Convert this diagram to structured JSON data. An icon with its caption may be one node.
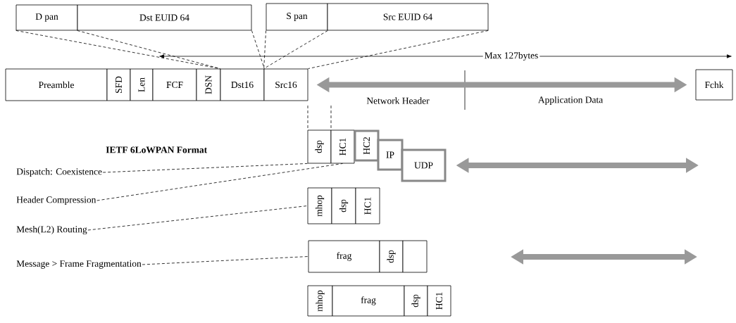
{
  "diagram": {
    "nodes": [
      {
        "text": [
          "D pan"
        ]
      },
      {
        "text": [
          "Dst EUID 64"
        ]
      },
      {
        "text": [
          "S pan"
        ]
      },
      {
        "text": [
          "Src EUID 64"
        ]
      },
      {
        "text": [
          "Preamble"
        ]
      },
      {
        "text": [
          "SFD"
        ]
      },
      {
        "text": [
          "Len"
        ]
      },
      {
        "text": [
          "FCF"
        ]
      },
      {
        "text": [
          "DSN"
        ]
      },
      {
        "text": [
          "Dst16"
        ]
      },
      {
        "text": [
          "Src16"
        ]
      },
      {
        "text": [
          "Fchk"
        ]
      },
      {
        "text": [
          "Dispatch: Coexistence"
        ]
      },
      {
        "text": [
          "dsp"
        ]
      },
      {
        "text": [
          "HC1"
        ]
      },
      {
        "text": [
          "HC2"
        ]
      },
      {
        "text": [
          "IP"
        ]
      },
      {
        "text": [
          "UDP"
        ]
      },
      {
        "text": [
          "Header Compression"
        ]
      },
      {
        "text": [
          "Mesh(L2) Routing"
        ]
      },
      {
        "text": [
          "mhop"
        ]
      },
      {
        "text": [
          "dsp"
        ]
      },
      {
        "text": [
          "HC1"
        ]
      },
      {
        "text": [
          "Message > Frame Fragmentation"
        ]
      },
      {
        "text": [
          "frag"
        ]
      },
      {
        "text": [
          "dsp"
        ]
      },
      {
        "text": [],
        "shape": "box"
      },
      {
        "text": [
          "mhop"
        ]
      },
      {
        "text": [
          "frag"
        ]
      },
      {
        "text": [
          "dsp"
        ]
      },
      {
        "text": [
          "HC1"
        ]
      }
    ],
    "edges": [
      {
        "from": 0,
        "to": 9,
        "arrow": "none",
        "style": "dashed"
      },
      {
        "from": 1,
        "to": 9,
        "arrow": "none",
        "style": "dashed"
      },
      {
        "from": 1,
        "to": 9,
        "arrow": "none",
        "style": "dashed"
      },
      {
        "from": 2,
        "to": 10,
        "arrow": "none",
        "style": "dashed"
      },
      {
        "from": 2,
        "to": 10,
        "arrow": "none",
        "style": "dashed"
      },
      {
        "from": 3,
        "to": 10,
        "arrow": "none",
        "style": "dashed"
      },
      {
        "from": 10,
        "to": 11,
        "arrow": "both",
        "style": "thick",
        "color": "#999999"
      },
      {
        "from": 17,
        "to": null,
        "arrow": "both",
        "style": "thick",
        "color": "#999999"
      },
      {
        "from": 12,
        "to": 13,
        "arrow": "none",
        "style": "dashed"
      },
      {
        "from": 18,
        "to": 14,
        "arrow": "none",
        "style": "dashed"
      },
      {
        "from": 19,
        "to": 20,
        "arrow": "none",
        "style": "dashed"
      },
      {
        "from": 23,
        "to": 24,
        "arrow": "none",
        "style": "dashed"
      }
    ],
    "labels": [
      "Max 127bytes",
      "Network Header",
      "Application Data",
      "IETF 6LoWPAN Format"
    ]
  }
}
